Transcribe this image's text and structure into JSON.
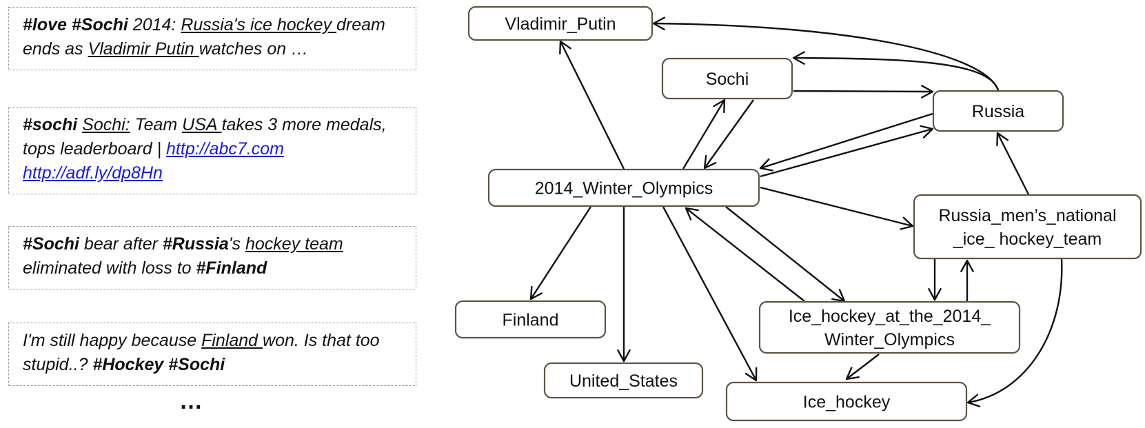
{
  "tweets": [
    {
      "id": "tweet1",
      "parts": [
        {
          "t": "#love #Sochi",
          "s": "b"
        },
        {
          "t": " 2014: ",
          "s": ""
        },
        {
          "t": "Russia's ice hockey ",
          "s": "u"
        },
        {
          "t": "dream ends as ",
          "s": ""
        },
        {
          "t": "Vladimir Putin ",
          "s": "u"
        },
        {
          "t": "watches on …",
          "s": ""
        }
      ]
    },
    {
      "id": "tweet2",
      "parts": [
        {
          "t": "#sochi",
          "s": "b"
        },
        {
          "t": " ",
          "s": ""
        },
        {
          "t": "Sochi:",
          "s": "u"
        },
        {
          "t": " Team ",
          "s": ""
        },
        {
          "t": "USA ",
          "s": "u"
        },
        {
          "t": "takes 3 more medals, tops leaderboard | ",
          "s": ""
        },
        {
          "t": "http://abc7.com",
          "s": "link"
        },
        {
          "t": " ",
          "s": ""
        },
        {
          "t": "http://adf.ly/dp8Hn ",
          "s": "link"
        }
      ]
    },
    {
      "id": "tweet3",
      "parts": [
        {
          "t": "#Sochi",
          "s": "b"
        },
        {
          "t": " bear after ",
          "s": ""
        },
        {
          "t": "#Russia",
          "s": "b"
        },
        {
          "t": "'s ",
          "s": ""
        },
        {
          "t": "hockey team ",
          "s": "u"
        },
        {
          "t": " eliminated with loss to ",
          "s": ""
        },
        {
          "t": "#Finland",
          "s": "b"
        }
      ]
    },
    {
      "id": "tweet4",
      "parts": [
        {
          "t": "I'm still happy because ",
          "s": ""
        },
        {
          "t": "Finland ",
          "s": "u"
        },
        {
          "t": "won. Is that too stupid..? ",
          "s": ""
        },
        {
          "t": "#Hockey #Sochi",
          "s": "b"
        }
      ]
    }
  ],
  "ellipsis": "…",
  "nodes": [
    {
      "id": "putin",
      "lines": [
        "Vladimir_Putin"
      ]
    },
    {
      "id": "sochi",
      "lines": [
        "Sochi"
      ]
    },
    {
      "id": "russia",
      "lines": [
        "Russia"
      ]
    },
    {
      "id": "olympics",
      "lines": [
        "2014_Winter_Olympics"
      ]
    },
    {
      "id": "rmnit",
      "lines": [
        "Russia_men’s_national",
        "_ice_ hockey_team"
      ]
    },
    {
      "id": "finland",
      "lines": [
        "Finland"
      ]
    },
    {
      "id": "ihwo",
      "lines": [
        "Ice_hockey_at_the_2014_",
        "Winter_Olympics"
      ]
    },
    {
      "id": "usa",
      "lines": [
        "United_States"
      ]
    },
    {
      "id": "icehockey",
      "lines": [
        "Ice_hockey"
      ]
    }
  ],
  "edges": [
    {
      "from": "olympics",
      "to": "putin"
    },
    {
      "from": "russia",
      "to": "putin"
    },
    {
      "from": "russia",
      "to": "sochi"
    },
    {
      "from": "sochi",
      "to": "russia"
    },
    {
      "from": "olympics",
      "to": "sochi"
    },
    {
      "from": "sochi",
      "to": "olympics"
    },
    {
      "from": "russia",
      "to": "olympics"
    },
    {
      "from": "olympics",
      "to": "russia"
    },
    {
      "from": "olympics",
      "to": "rmnit"
    },
    {
      "from": "rmnit",
      "to": "russia"
    },
    {
      "from": "olympics",
      "to": "finland"
    },
    {
      "from": "olympics",
      "to": "usa"
    },
    {
      "from": "olympics",
      "to": "ihwo"
    },
    {
      "from": "ihwo",
      "to": "olympics"
    },
    {
      "from": "olympics",
      "to": "icehockey"
    },
    {
      "from": "rmnit",
      "to": "ihwo"
    },
    {
      "from": "ihwo",
      "to": "rmnit"
    },
    {
      "from": "ihwo",
      "to": "icehockey"
    },
    {
      "from": "rmnit",
      "to": "icehockey"
    }
  ]
}
